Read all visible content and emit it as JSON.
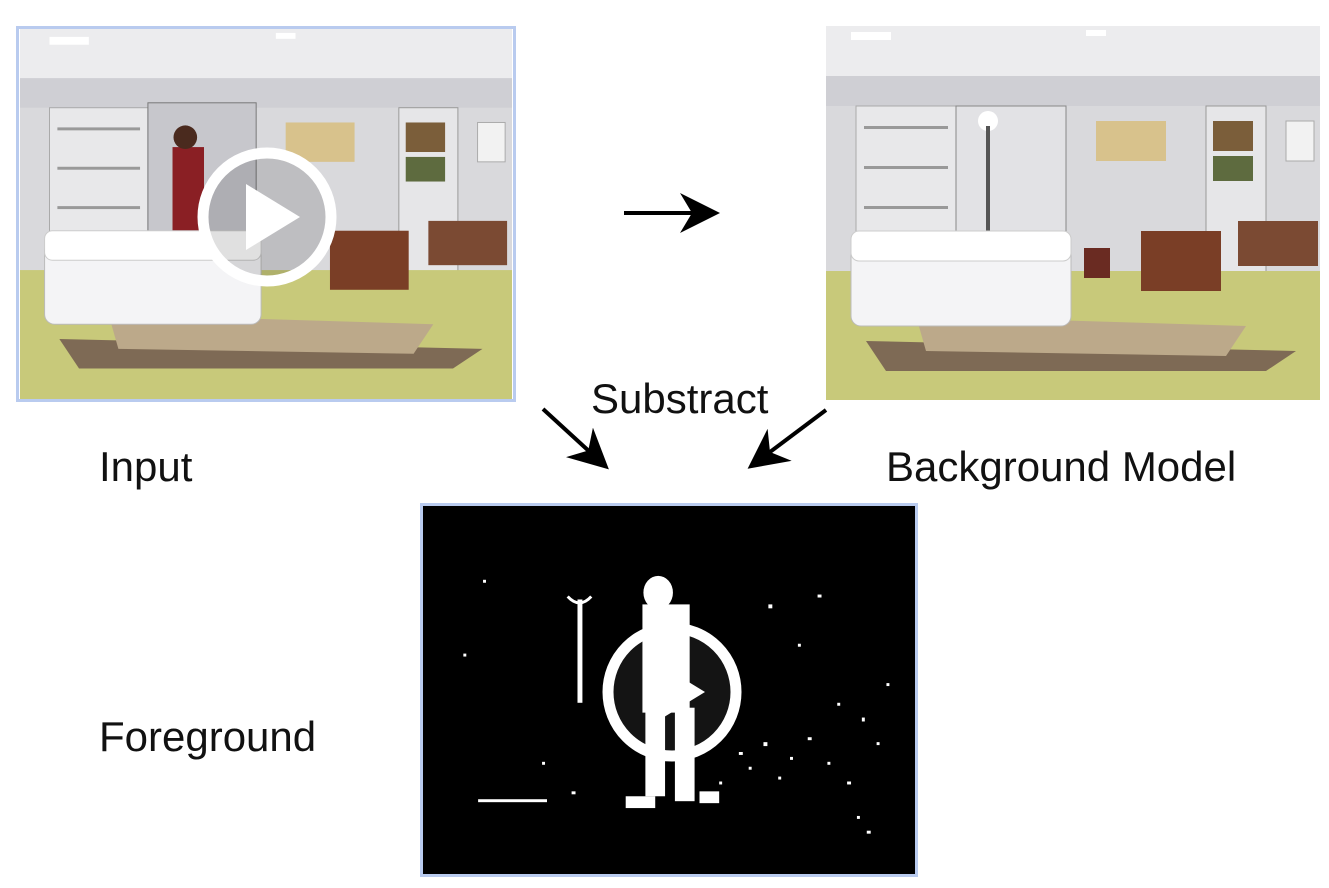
{
  "labels": {
    "input": "Input",
    "background_model": "Background Model",
    "substract": "Substract",
    "foreground": "Foreground"
  },
  "icons": {
    "input_video": "play-icon",
    "foreground_video": "play-icon"
  },
  "colors": {
    "frame_border": "#b9cbef",
    "foreground_bg": "#000000",
    "mask": "#ffffff",
    "arrow": "#000000"
  }
}
